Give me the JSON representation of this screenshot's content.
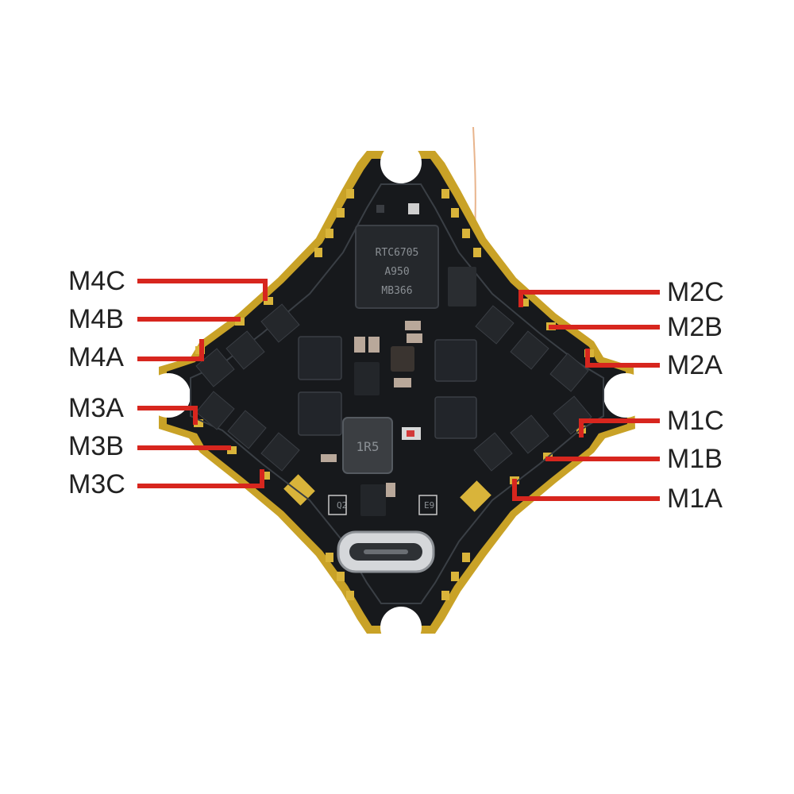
{
  "colors": {
    "board": "#17191c",
    "board_edge": "#c9a227",
    "pad_gold": "#d9b43a",
    "leader_red": "#d7261e",
    "label_text": "#222222",
    "antenna": "#e8b48c"
  },
  "labels": {
    "m4c": "M4C",
    "m4b": "M4B",
    "m4a": "M4A",
    "m3a": "M3A",
    "m3b": "M3B",
    "m3c": "M3C",
    "m2c": "M2C",
    "m2b": "M2B",
    "m2a": "M2A",
    "m1c": "M1C",
    "m1b": "M1B",
    "m1a": "M1A"
  },
  "chip_markings": {
    "mcu_line1": "RTC6705",
    "mcu_line2": "A950",
    "mcu_line3": "MB366",
    "inductor": "1R5",
    "q2": "Q2",
    "e9": "E9"
  }
}
